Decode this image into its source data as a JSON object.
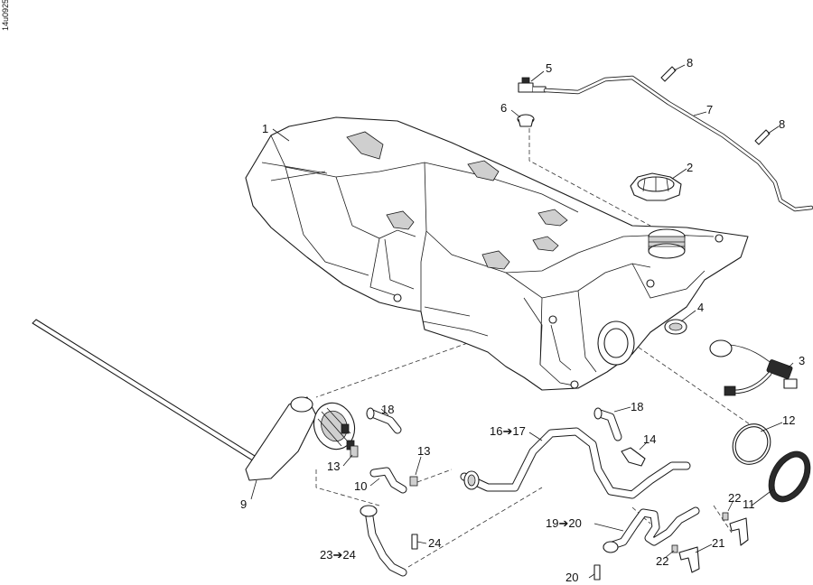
{
  "diagram": {
    "reference_code": "14u0925",
    "callouts": [
      {
        "id": "1",
        "label": "1"
      },
      {
        "id": "2",
        "label": "2"
      },
      {
        "id": "3",
        "label": "3"
      },
      {
        "id": "4",
        "label": "4"
      },
      {
        "id": "5",
        "label": "5"
      },
      {
        "id": "6",
        "label": "6"
      },
      {
        "id": "7",
        "label": "7"
      },
      {
        "id": "8a",
        "label": "8"
      },
      {
        "id": "8b",
        "label": "8"
      },
      {
        "id": "9",
        "label": "9"
      },
      {
        "id": "10",
        "label": "10"
      },
      {
        "id": "11",
        "label": "11"
      },
      {
        "id": "12",
        "label": "12"
      },
      {
        "id": "13a",
        "label": "13"
      },
      {
        "id": "13b",
        "label": "13"
      },
      {
        "id": "14",
        "label": "14"
      },
      {
        "id": "16-17",
        "label": "16➔17"
      },
      {
        "id": "18a",
        "label": "18"
      },
      {
        "id": "18b",
        "label": "18"
      },
      {
        "id": "19-20",
        "label": "19➔20"
      },
      {
        "id": "20",
        "label": "20"
      },
      {
        "id": "21",
        "label": "21"
      },
      {
        "id": "22a",
        "label": "22"
      },
      {
        "id": "22b",
        "label": "22"
      },
      {
        "id": "23-24",
        "label": "23➔24"
      },
      {
        "id": "24",
        "label": "24"
      }
    ]
  }
}
